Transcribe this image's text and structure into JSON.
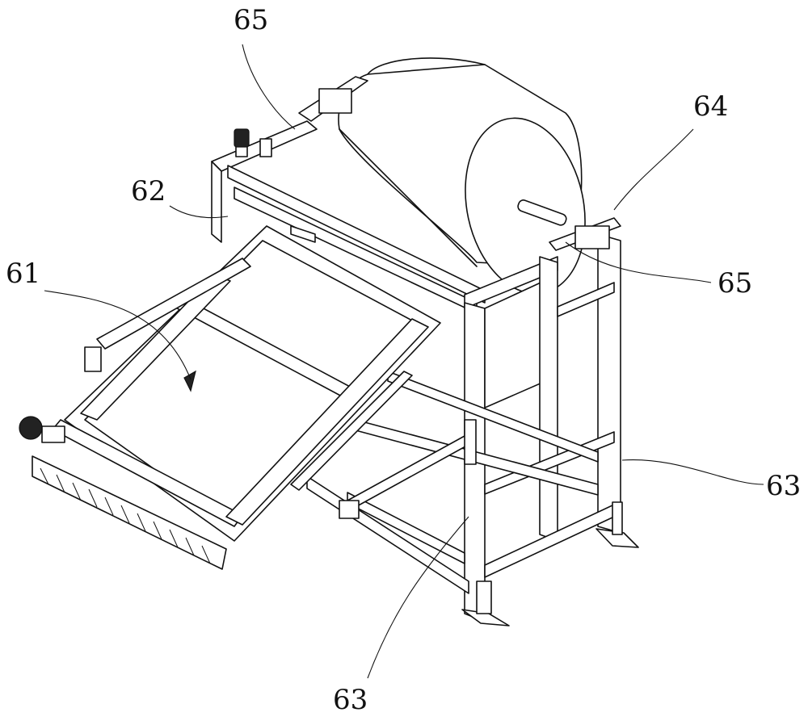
{
  "callouts": [
    {
      "id": "c65a",
      "text": "65"
    },
    {
      "id": "c64",
      "text": "64"
    },
    {
      "id": "c62",
      "text": "62"
    },
    {
      "id": "c61",
      "text": "61"
    },
    {
      "id": "c65b",
      "text": "65"
    },
    {
      "id": "c63a",
      "text": "63"
    },
    {
      "id": "c63b",
      "text": "63"
    }
  ],
  "colors": {
    "line": "#111111",
    "background": "#ffffff"
  }
}
